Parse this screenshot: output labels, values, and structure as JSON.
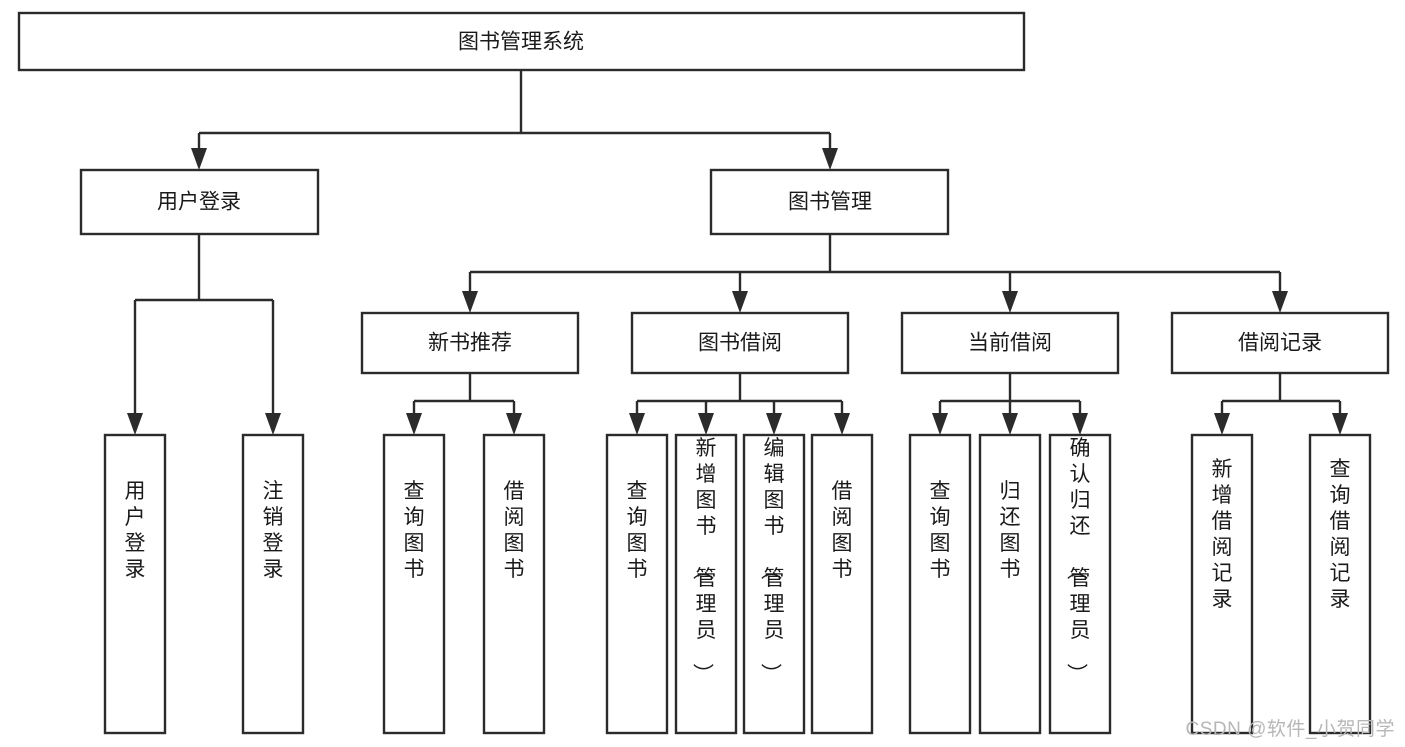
{
  "diagram": {
    "type": "tree",
    "title": "图书管理系统",
    "watermark": "CSDN @软件_小贺同学",
    "colors": {
      "box_stroke": "#2b2b2b",
      "box_fill": "#ffffff",
      "text": "#1a1a1a",
      "background": "#ffffff",
      "watermark": "#b7b7b7"
    },
    "root": {
      "label": "图书管理系统"
    },
    "level2": [
      {
        "label": "用户登录"
      },
      {
        "label": "图书管理"
      }
    ],
    "level3": [
      {
        "label": "新书推荐"
      },
      {
        "label": "图书借阅"
      },
      {
        "label": "当前借阅"
      },
      {
        "label": "借阅记录"
      }
    ],
    "leaves": {
      "user_login": [
        {
          "label": "用户登录"
        },
        {
          "label": "注销登录"
        }
      ],
      "new_book_recommend": [
        {
          "label": "查询图书"
        },
        {
          "label": "借阅图书"
        }
      ],
      "book_borrow": [
        {
          "label": "查询图书"
        },
        {
          "label": "新增图书（管理员）"
        },
        {
          "label": "编辑图书（管理员）"
        },
        {
          "label": "借阅图书"
        }
      ],
      "current_borrow": [
        {
          "label": "查询图书"
        },
        {
          "label": "归还图书"
        },
        {
          "label": "确认归还（管理员）"
        }
      ],
      "borrow_record": [
        {
          "label": "新增借阅记录"
        },
        {
          "label": "查询借阅记录"
        }
      ]
    }
  }
}
